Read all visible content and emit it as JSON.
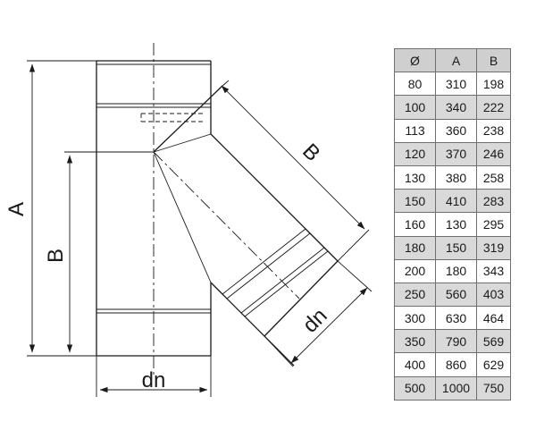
{
  "drawing": {
    "labels": {
      "dim_a": "A",
      "dim_b_vertical": "B",
      "dim_b_diagonal": "B",
      "dn_bottom": "dn",
      "dn_branch": "dn"
    }
  },
  "table": {
    "headers": [
      "Ø",
      "A",
      "B"
    ],
    "rows": [
      [
        "80",
        "310",
        "198"
      ],
      [
        "100",
        "340",
        "222"
      ],
      [
        "113",
        "360",
        "238"
      ],
      [
        "120",
        "370",
        "246"
      ],
      [
        "130",
        "380",
        "258"
      ],
      [
        "150",
        "410",
        "283"
      ],
      [
        "160",
        "130",
        "295"
      ],
      [
        "180",
        "150",
        "319"
      ],
      [
        "200",
        "180",
        "343"
      ],
      [
        "250",
        "560",
        "403"
      ],
      [
        "300",
        "630",
        "464"
      ],
      [
        "350",
        "790",
        "569"
      ],
      [
        "400",
        "860",
        "629"
      ],
      [
        "500",
        "1000",
        "750"
      ]
    ]
  },
  "colors": {
    "line": "#1a1a1a",
    "table_header_bg": "#cfcfcf",
    "table_alt_row_bg": "#d9d9d9",
    "table_border": "#6f6f6f"
  }
}
